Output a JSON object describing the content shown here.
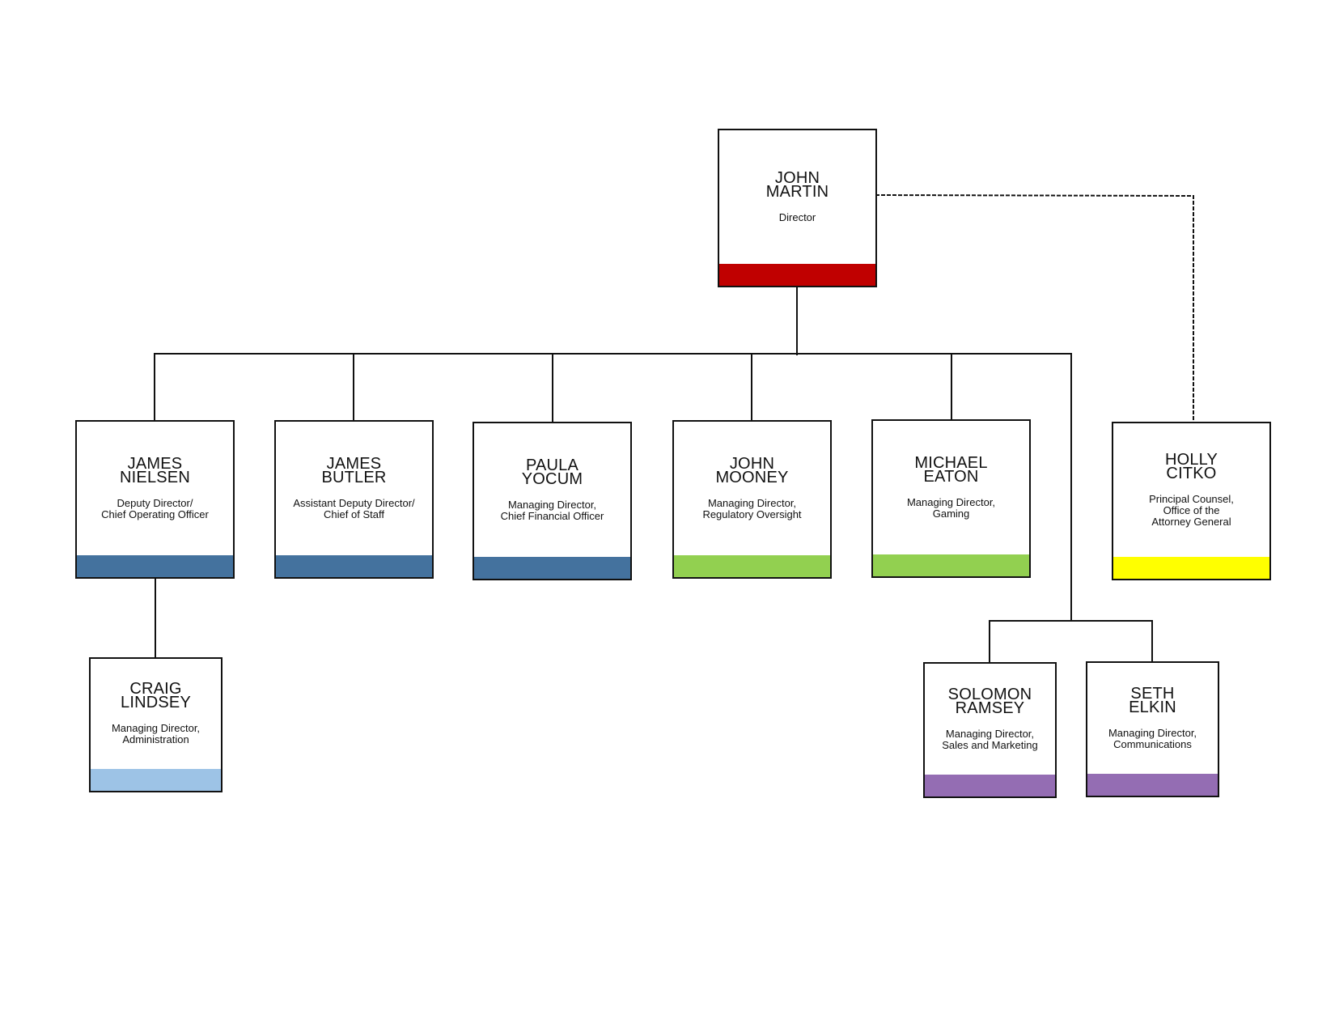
{
  "colors": {
    "director": "#c00000",
    "operations": "#44729e",
    "administration": "#9dc3e6",
    "regulatory": "#92d050",
    "legal": "#ffff00",
    "sales": "#946db3",
    "line": "#111111"
  },
  "nodes": [
    {
      "id": "john-martin",
      "name": [
        "JOHN",
        "MARTIN"
      ],
      "role": [
        "Director"
      ],
      "color": "#c00000"
    },
    {
      "id": "james-nielsen",
      "name": [
        "JAMES",
        "NIELSEN"
      ],
      "role": [
        "Deputy Director/",
        "Chief Operating Officer"
      ],
      "color": "#44729e"
    },
    {
      "id": "james-butler",
      "name": [
        "JAMES",
        "BUTLER"
      ],
      "role": [
        "Assistant Deputy Director/",
        "Chief of Staff"
      ],
      "color": "#44729e"
    },
    {
      "id": "paula-yocum",
      "name": [
        "PAULA",
        "YOCUM"
      ],
      "role": [
        "Managing Director,",
        "Chief Financial Officer"
      ],
      "color": "#44729e"
    },
    {
      "id": "john-mooney",
      "name": [
        "JOHN",
        "MOONEY"
      ],
      "role": [
        "Managing Director,",
        "Regulatory Oversight"
      ],
      "color": "#92d050"
    },
    {
      "id": "michael-eaton",
      "name": [
        "MICHAEL",
        "EATON"
      ],
      "role": [
        "Managing Director,",
        "Gaming"
      ],
      "color": "#92d050"
    },
    {
      "id": "holly-citko",
      "name": [
        "HOLLY",
        "CITKO"
      ],
      "role": [
        "Principal Counsel,",
        "Office of the",
        "Attorney General"
      ],
      "color": "#ffff00"
    },
    {
      "id": "craig-lindsey",
      "name": [
        "CRAIG",
        "LINDSEY"
      ],
      "role": [
        "Managing Director,",
        "Administration"
      ],
      "color": "#9dc3e6"
    },
    {
      "id": "solomon-ramsey",
      "name": [
        "SOLOMON",
        "RAMSEY"
      ],
      "role": [
        "Managing Director,",
        "Sales and Marketing"
      ],
      "color": "#946db3"
    },
    {
      "id": "seth-elkin",
      "name": [
        "SETH",
        "ELKIN"
      ],
      "role": [
        "Managing Director,",
        "Communications"
      ],
      "color": "#946db3"
    }
  ]
}
